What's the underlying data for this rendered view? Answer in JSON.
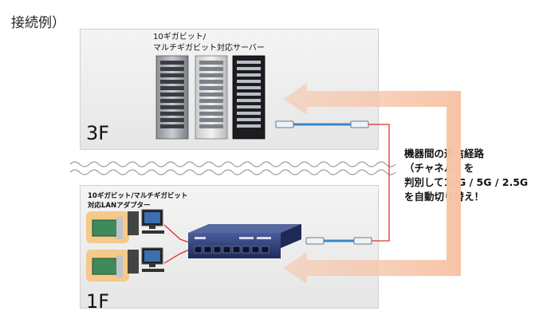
{
  "title": "接続例）",
  "floors": {
    "upper": "3F",
    "lower": "1F"
  },
  "server_caption": [
    "10ギガビット/",
    "マルチギガビット対応サーバー"
  ],
  "adapter_caption": [
    "10ギガビット/マルチギガビット",
    "対応LANアダプター"
  ],
  "callout": [
    "機器間の通信経路",
    "（チャネル）を",
    "判別して10G / 5G / 2.5G",
    "を自動切り替え！"
  ],
  "colors": {
    "arrow": "#f7c4a8",
    "cable_red": "#e03030",
    "cable_blue": "#3a86c8",
    "switch_body": "#2d3f7a"
  }
}
